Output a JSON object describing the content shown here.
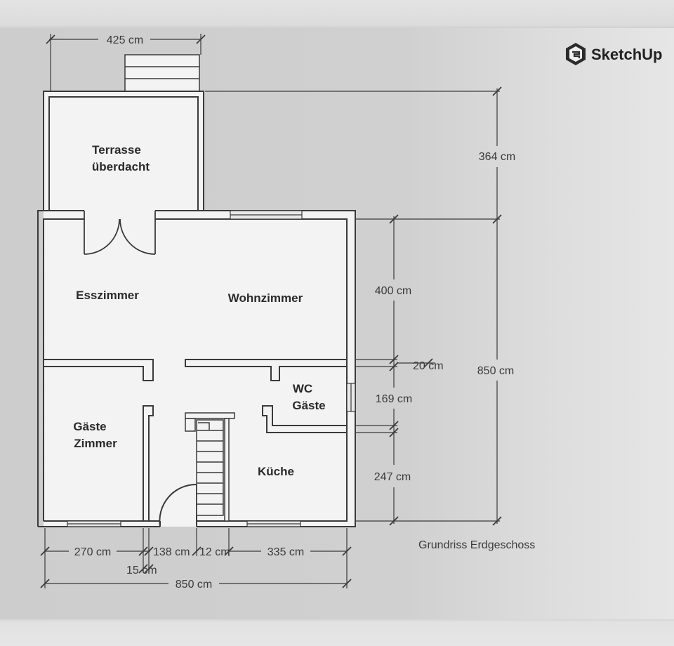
{
  "brand": {
    "name": "SketchUp"
  },
  "caption": "Grundriss Erdgeschoss",
  "rooms": {
    "terrasse_line1": "Terrasse",
    "terrasse_line2": "überdacht",
    "esszimmer": "Esszimmer",
    "wohnzimmer": "Wohnzimmer",
    "wc_line1": "WC",
    "wc_line2": "Gäste",
    "gaeste_line1": "Gäste",
    "gaeste_line2": "Zimmer",
    "kueche": "Küche"
  },
  "dimensions": {
    "top_width": "425 cm",
    "right_terrace": "364 cm",
    "right_total": "850 cm",
    "right_living": "400 cm",
    "right_small": "20 cm",
    "right_wc": "169 cm",
    "right_kitchen": "247 cm",
    "bottom_gaeste": "270 cm",
    "bottom_hall": "138 cm",
    "bottom_wall": "12 cm",
    "bottom_kitchen": "335 cm",
    "bottom_small": "15 cm",
    "bottom_total": "850 cm"
  },
  "colors": {
    "paper": "#f4f4f4",
    "wall": "#3a3a3a",
    "dimension_line": "#3a3a3a",
    "background": "#cfcfcf"
  }
}
